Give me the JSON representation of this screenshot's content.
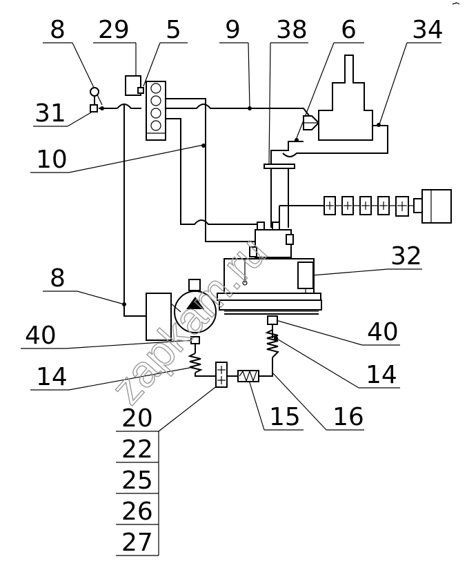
{
  "diagram": {
    "callouts": {
      "l8_top": "8",
      "l29": "29",
      "l5": "5",
      "l9": "9",
      "l38": "38",
      "l6": "6",
      "l34": "34",
      "l31": "31",
      "l10": "10",
      "l32": "32",
      "l8_bottom": "8",
      "l40_left": "40",
      "l40_right": "40",
      "l14_left": "14",
      "l14_right": "14",
      "l15": "15",
      "l16": "16",
      "l20": "20",
      "l22": "22",
      "l25": "25",
      "l26": "26",
      "l27": "27"
    },
    "watermark": "zapkam.ru",
    "colors": {
      "ink": "#000000",
      "watermark": "#9a9a9a",
      "background": "#ffffff"
    }
  }
}
